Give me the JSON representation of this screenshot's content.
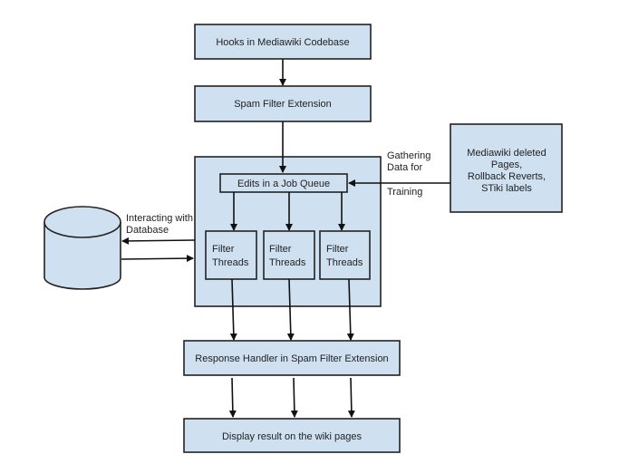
{
  "diagram": {
    "nodes": {
      "hooks": "Hooks in Mediawiki Codebase",
      "spam_filter": "Spam Filter Extension",
      "job_queue": "Edits in a Job Queue",
      "threads": [
        [
          "Filter",
          "Threads"
        ],
        [
          "Filter",
          "Threads"
        ],
        [
          "Filter",
          "Threads"
        ]
      ],
      "training_source": [
        "Mediawiki deleted",
        "Pages,",
        "Rollback Reverts,",
        "STiki labels"
      ],
      "response_handler": "Response Handler in Spam Filter Extension",
      "display": "Display result on the wiki pages",
      "database": "database"
    },
    "edge_labels": {
      "gathering": [
        "Gathering",
        "Data for"
      ],
      "training": "Training",
      "interacting": [
        "Interacting with",
        "Database"
      ]
    },
    "colors": {
      "box_fill": "#cfe0f1",
      "stroke": "#222222"
    }
  }
}
